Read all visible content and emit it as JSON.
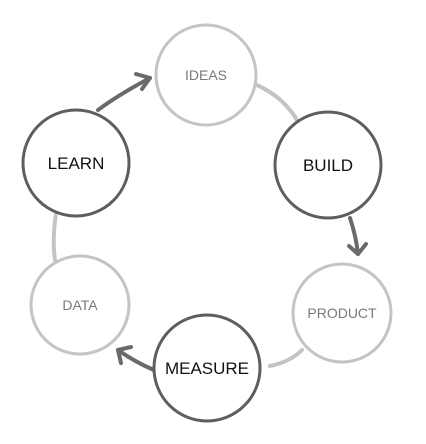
{
  "diagram": {
    "nodes": {
      "ideas": "IDEAS",
      "build": "BUILD",
      "product": "PRODUCT",
      "measure": "MEASURE",
      "data": "DATA",
      "learn": "LEARN"
    },
    "colors": {
      "light_stroke": "#c4c4c4",
      "dark_stroke": "#5e5e5e",
      "light_text": "#7a7a7a",
      "dark_text": "#111111",
      "arrow": "#6a6a6a"
    }
  }
}
